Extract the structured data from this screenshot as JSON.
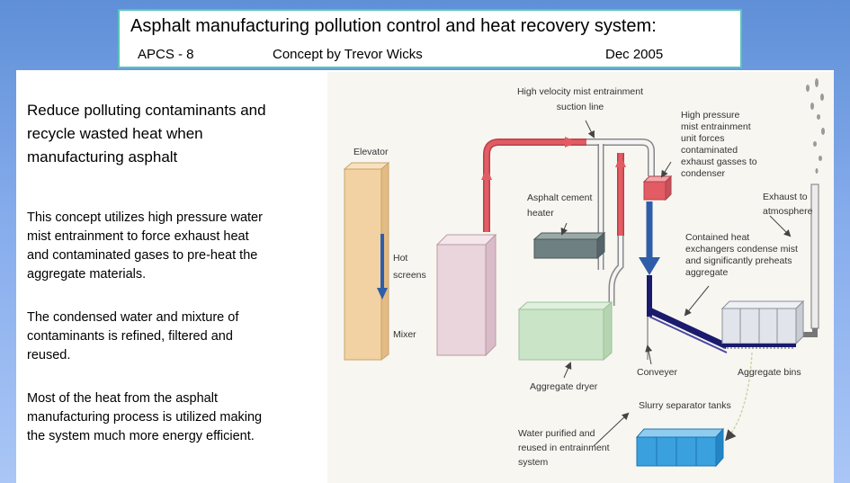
{
  "header": {
    "title": "Asphalt manufacturing pollution control and heat recovery system:",
    "code": "APCS - 8",
    "author": "Concept by Trevor Wicks",
    "date": "Dec 2005"
  },
  "left_text": {
    "heading_lines": [
      "Reduce polluting  contaminants  and",
      "recycle wasted heat  when",
      "manufacturing  asphalt"
    ],
    "para1_lines": [
      "This concept utilizes high pressure water",
      "mist entrainment to force exhaust heat",
      "and contaminated gases to pre-heat the",
      "aggregate materials."
    ],
    "para2_lines": [
      "The condensed water and mixture of",
      "contaminants is refined, filtered and",
      "reused."
    ],
    "para3_lines": [
      "Most of the heat from the asphalt",
      "manufacturing process is utilized making",
      "the system much more energy efficient."
    ]
  },
  "diagram": {
    "labels": {
      "elevator": "Elevator",
      "hot_screens_1": "Hot",
      "hot_screens_2": "screens",
      "mixer": "Mixer",
      "suction_1": "High velocity mist entrainment",
      "suction_2": "suction  line",
      "asphalt_heater_1": "Asphalt cement",
      "asphalt_heater_2": "heater",
      "hp_1": "High pressure",
      "hp_2": "mist entrainment",
      "hp_3": "unit forces",
      "hp_4": "contaminated",
      "hp_5": "exhaust gasses to",
      "hp_6": "condenser",
      "exhaust_1": "Exhaust to",
      "exhaust_2": "atmosphere",
      "contained_1": "Contained heat",
      "contained_2": "exchangers condense mist",
      "contained_3": "and  significantly preheats",
      "contained_4": "aggregate",
      "aggregate_dryer": "Aggregate  dryer",
      "conveyer": "Conveyer",
      "aggregate_bins": "Aggregate bins",
      "slurry": "Slurry separator tanks",
      "water_1": "Water purified and",
      "water_2": "reused in entrainment",
      "water_3": "system"
    },
    "colors": {
      "red_pipe": "#e35b63",
      "blue_arrow": "#2f5ea8",
      "conveyor": "#1a1a6e",
      "tank_blue": "#3aa0de",
      "dryer_green": "#c9e4c6",
      "elevator_tan": "#f2d2a2",
      "mixer_pink": "#ead5dc",
      "heater_gray": "#6f8082"
    }
  }
}
